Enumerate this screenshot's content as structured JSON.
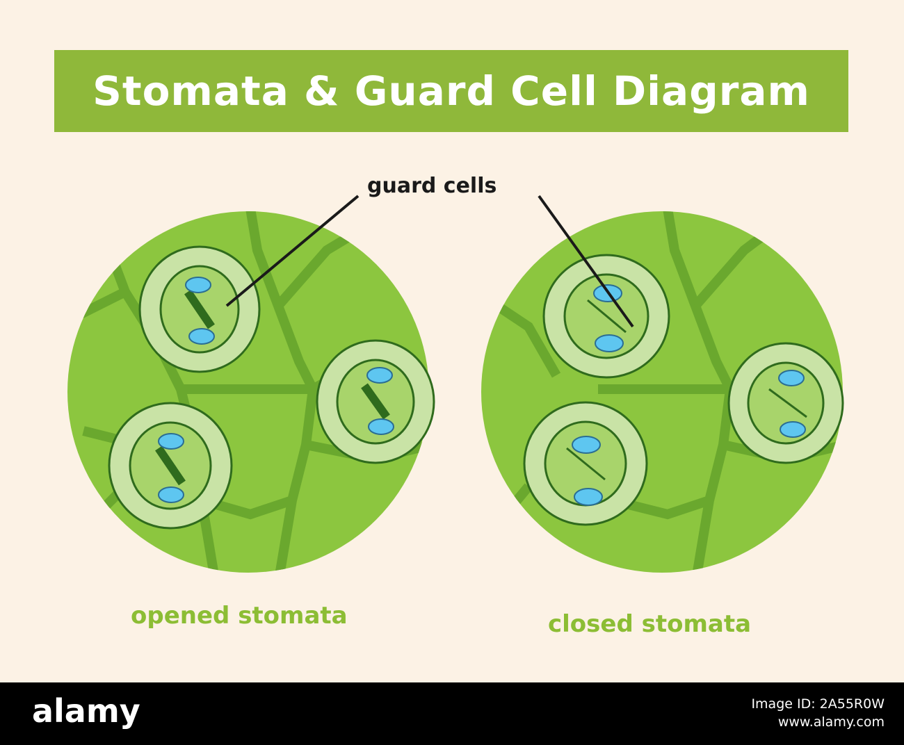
{
  "diagram": {
    "title": "Stomata & Guard Cell Diagram",
    "callout_label": "guard cells",
    "captions": {
      "opened": "opened stomata",
      "closed": "closed stomata"
    },
    "colors": {
      "background": "#fcf2e5",
      "banner": "#8fb83a",
      "tissue": "#8cc63f",
      "vein": "#6aa82e",
      "subsidiary_cell": "#c9e3a6",
      "guard_cell": "#a8d46b",
      "pore": "#2f6b1d",
      "chloroplast": "#3e8a3c",
      "nucleus": "#5ec6f0"
    }
  },
  "footer": {
    "logo": "alamy",
    "image_id_label": "Image ID: 2A55R0W",
    "site": "www.alamy.com"
  }
}
